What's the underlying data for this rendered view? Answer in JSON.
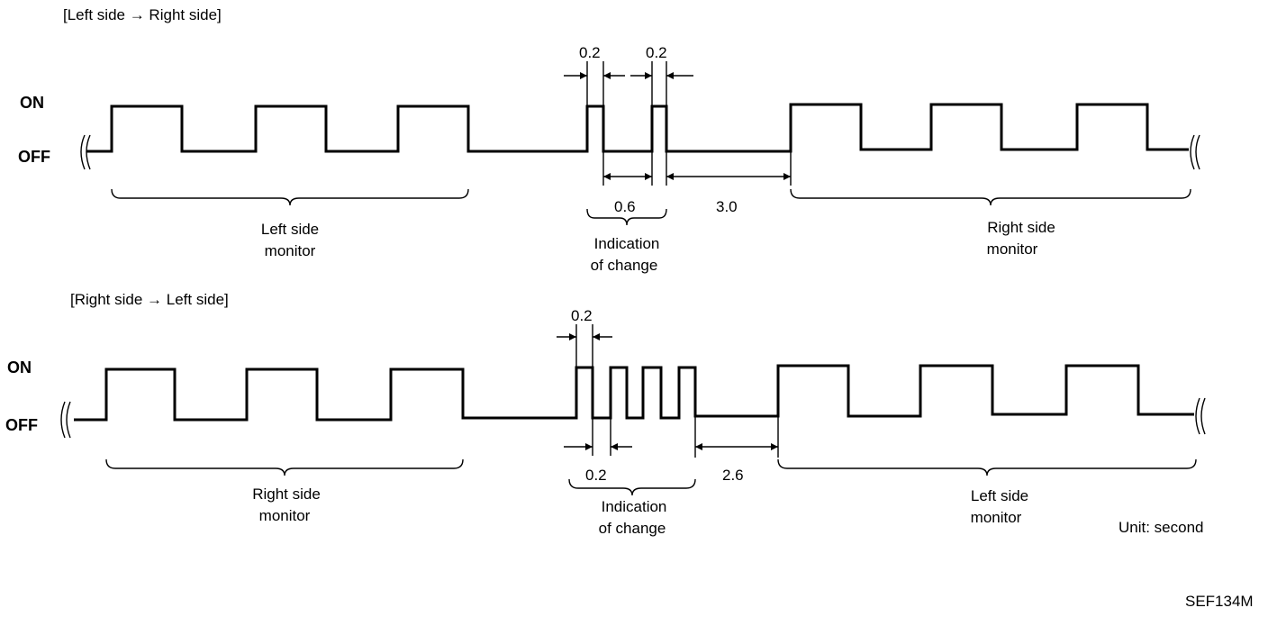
{
  "top": {
    "header": "[Left side → Right side]",
    "on_label": "ON",
    "off_label": "OFF",
    "dim_pulse_a": "0.2",
    "dim_pulse_b": "0.2",
    "dim_gap": "0.6",
    "dim_pause": "3.0",
    "left_group_line1": "Left side",
    "left_group_line2": "monitor",
    "mid_group_line1": "Indication",
    "mid_group_line2": "of change",
    "right_group_line1": "Right side",
    "right_group_line2": "monitor"
  },
  "bottom": {
    "header": "[Right side → Left side]",
    "on_label": "ON",
    "off_label": "OFF",
    "dim_pulse": "0.2",
    "dim_gap": "0.2",
    "dim_pause": "2.6",
    "left_group_line1": "Right side",
    "left_group_line2": "monitor",
    "mid_group_line1": "Indication",
    "mid_group_line2": "of change",
    "right_group_line1": "Left side",
    "right_group_line2": "monitor"
  },
  "unit_label": "Unit:  second",
  "figure_code": "SEF134M"
}
